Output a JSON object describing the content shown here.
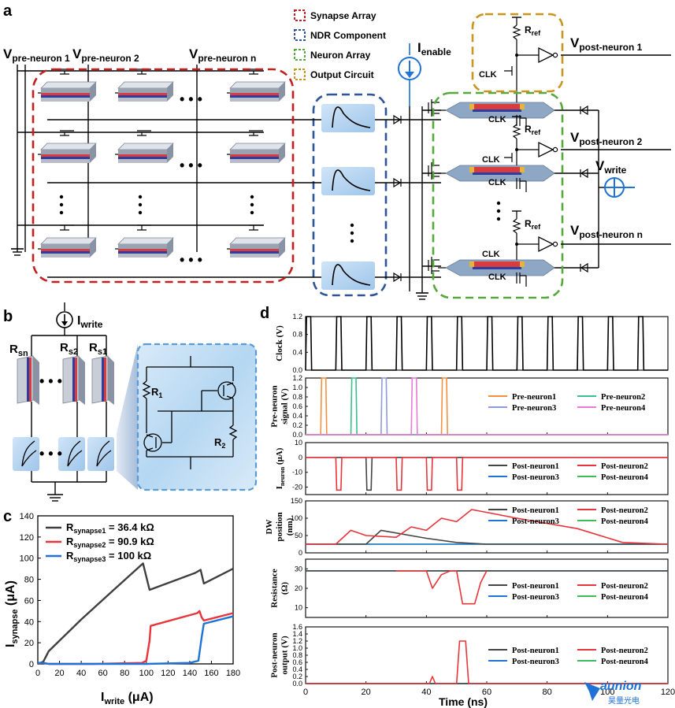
{
  "panels": {
    "a": "a",
    "b": "b",
    "c": "c",
    "d": "d"
  },
  "panel_a": {
    "v_pre": [
      "V",
      "pre-neuron 1",
      "pre-neuron 2",
      "pre-neuron n"
    ],
    "legend": [
      "Synapse Array",
      "NDR Component",
      "Neuron Array",
      "Output Circuit"
    ],
    "i_enable": [
      "I",
      "enable"
    ],
    "v_post": [
      "V",
      "post-neuron 1",
      "post-neuron 2",
      "post-neuron n"
    ],
    "v_write": [
      "V",
      "write"
    ],
    "r_ref": [
      "R",
      "ref"
    ],
    "clk": "CLK",
    "dots": "• • •"
  },
  "panel_b": {
    "i_write": [
      "I",
      "write"
    ],
    "r_labels": [
      [
        "R",
        "sn"
      ],
      [
        "R",
        "s2"
      ],
      [
        "R",
        "s1"
      ]
    ],
    "r1": [
      "R",
      "1"
    ],
    "r2": [
      "R",
      "2"
    ]
  },
  "panel_c": {
    "ylabel": [
      "I",
      "synapse",
      " (μA)"
    ],
    "xlabel": [
      "I",
      "write",
      " (μA)"
    ],
    "legend": [
      {
        "pre": "R",
        "sub": "synapse1",
        "post": " = 36.4 kΩ",
        "color": "#3f3f3f"
      },
      {
        "pre": "R",
        "sub": "synapse2",
        "post": " = 90.9 kΩ",
        "color": "#e8343b"
      },
      {
        "pre": "R",
        "sub": "synapse3",
        "post": " = 100 kΩ",
        "color": "#1f72d6"
      }
    ],
    "yticks": [
      "0",
      "20",
      "40",
      "60",
      "80",
      "100",
      "120",
      "140"
    ],
    "xticks": [
      "0",
      "20",
      "40",
      "60",
      "80",
      "100",
      "120",
      "140",
      "160",
      "180"
    ]
  },
  "panel_d": {
    "xlabel": "Time (ns)",
    "xticks": [
      "0",
      "20",
      "40",
      "60",
      "80",
      "100",
      "120"
    ],
    "clock": {
      "label": "Clock (V)",
      "yticks": [
        "0.0",
        "0.4",
        "0.8",
        "1.2"
      ]
    },
    "pre": {
      "label1": "Pre-neuron",
      "label2": "signal (V)",
      "yticks": [
        "0.0",
        "0.2",
        "0.4",
        "0.6",
        "0.8",
        "1.0",
        "1.2"
      ],
      "legend": [
        {
          "name": "Pre-neuron1",
          "color": "#f5913e"
        },
        {
          "name": "Pre-neuron2",
          "color": "#3cbf8a"
        },
        {
          "name": "Pre-neuron3",
          "color": "#8f9bd6"
        },
        {
          "name": "Pre-neuron4",
          "color": "#e87bd3"
        }
      ]
    },
    "ineuron": {
      "label_pre": "I",
      "label_sub": "neuron",
      "label_post": " (μA)",
      "yticks": [
        "-20",
        "-10",
        "0",
        "10"
      ]
    },
    "dw": {
      "label1": "DW",
      "label2": "position",
      "label3": "(nm)",
      "yticks": [
        "0",
        "50",
        "100",
        "150"
      ]
    },
    "res": {
      "label1": "Resistance",
      "label2": "(Ω)",
      "yticks": [
        "10",
        "20",
        "30"
      ]
    },
    "out": {
      "label1": "Post-neuron",
      "label2": "output (V)",
      "yticks": [
        "0.0",
        "0.2",
        "0.4",
        "0.6",
        "0.8",
        "1.0",
        "1.2",
        "1.4",
        "1.6"
      ]
    },
    "post_legend": [
      {
        "name": "Post-neuron1",
        "color": "#454545"
      },
      {
        "name": "Post-neuron2",
        "color": "#e8343b"
      },
      {
        "name": "Post-neuron3",
        "color": "#1f72d6"
      },
      {
        "name": "Post-neuron4",
        "color": "#3cbf5a"
      }
    ]
  },
  "watermark": {
    "brand": "aunion",
    "sub": "昊量光电"
  },
  "chart_data": [
    {
      "type": "line",
      "title": "",
      "xlabel": "I_write (μA)",
      "ylabel": "I_synapse (μA)",
      "xlim": [
        0,
        180
      ],
      "ylim": [
        0,
        140
      ],
      "series": [
        {
          "name": "R_synapse1 = 36.4 kΩ",
          "x": [
            0,
            5,
            10,
            40,
            70,
            97,
            103,
            145,
            150,
            153,
            180
          ],
          "y": [
            0,
            2,
            12,
            42,
            70,
            95,
            70,
            86,
            89,
            76,
            90
          ]
        },
        {
          "name": "R_synapse2 = 90.9 kΩ",
          "x": [
            0,
            5,
            10,
            50,
            96,
            100,
            103,
            104,
            147,
            149,
            151,
            153,
            180
          ],
          "y": [
            1,
            1,
            0,
            0,
            1,
            3,
            22,
            36,
            48,
            50,
            44,
            41,
            48
          ]
        },
        {
          "name": "R_synapse3 = 100 kΩ",
          "x": [
            0,
            5,
            10,
            50,
            100,
            140,
            148,
            151,
            153,
            180
          ],
          "y": [
            1,
            1,
            0,
            0,
            0,
            1,
            3,
            25,
            38,
            45
          ]
        }
      ]
    },
    {
      "type": "line",
      "title": "",
      "ylabel": "Clock (V)",
      "xlim": [
        0,
        120
      ],
      "ylim": [
        0,
        1.2
      ],
      "series": [
        {
          "name": "",
          "pulses": [
            [
              0,
              2
            ],
            [
              10,
              12
            ],
            [
              20,
              22
            ],
            [
              30,
              32
            ],
            [
              40,
              42
            ],
            [
              50,
              52
            ],
            [
              60,
              62
            ],
            [
              70,
              72
            ],
            [
              80,
              82
            ],
            [
              90,
              92
            ],
            [
              100,
              102
            ],
            [
              110,
              112
            ]
          ],
          "high": 1.2
        }
      ]
    },
    {
      "type": "line",
      "title": "",
      "ylabel": "Pre-neuron signal (V)",
      "xlim": [
        0,
        120
      ],
      "ylim": [
        0,
        1.2
      ],
      "series": [
        {
          "name": "Pre-neuron1",
          "pulses": [
            [
              5,
              7
            ],
            [
              45,
              47
            ]
          ],
          "high": 1.2
        },
        {
          "name": "Pre-neuron2",
          "pulses": [
            [
              15,
              17
            ]
          ],
          "high": 1.2
        },
        {
          "name": "Pre-neuron3",
          "pulses": [
            [
              25,
              27
            ]
          ],
          "high": 1.2
        },
        {
          "name": "Pre-neuron4",
          "pulses": [
            [
              35,
              37
            ]
          ],
          "high": 1.2
        }
      ]
    },
    {
      "type": "line",
      "title": "",
      "ylabel": "I_neuron (μA)",
      "xlim": [
        0,
        120
      ],
      "ylim": [
        -25,
        10
      ],
      "series": [
        {
          "name": "Post-neuron1",
          "pulses": [
            [
              20,
              22
            ]
          ],
          "high": -22
        },
        {
          "name": "Post-neuron2",
          "pulses": [
            [
              10,
              12
            ],
            [
              30,
              32
            ],
            [
              40,
              42
            ],
            [
              50,
              52
            ]
          ],
          "high": -22
        },
        {
          "name": "Post-neuron3",
          "pulses": [],
          "high": 0
        },
        {
          "name": "Post-neuron4",
          "pulses": [],
          "high": 0
        }
      ]
    },
    {
      "type": "line",
      "title": "",
      "ylabel": "DW position (nm)",
      "xlim": [
        0,
        120
      ],
      "ylim": [
        0,
        150
      ],
      "series": [
        {
          "name": "Post-neuron1",
          "x": [
            0,
            20,
            25,
            40,
            50,
            60,
            120
          ],
          "y": [
            25,
            25,
            65,
            42,
            30,
            25,
            25
          ]
        },
        {
          "name": "Post-neuron2",
          "x": [
            0,
            10,
            15,
            20,
            30,
            35,
            40,
            45,
            50,
            55,
            70,
            90,
            105,
            120
          ],
          "y": [
            25,
            25,
            65,
            50,
            45,
            75,
            65,
            100,
            90,
            125,
            100,
            70,
            30,
            25
          ]
        },
        {
          "name": "Post-neuron3",
          "x": [
            0,
            120
          ],
          "y": [
            25,
            25
          ]
        },
        {
          "name": "Post-neuron4",
          "x": [
            0,
            120
          ],
          "y": [
            25,
            25
          ]
        }
      ]
    },
    {
      "type": "line",
      "title": "",
      "ylabel": "Resistance (Ω)",
      "xlim": [
        0,
        120
      ],
      "ylim": [
        5,
        35
      ],
      "series": [
        {
          "name": "Post-neuron1",
          "x": [
            0,
            120
          ],
          "y": [
            29,
            29
          ]
        },
        {
          "name": "Post-neuron2",
          "x": [
            30,
            40,
            42,
            45,
            48,
            50,
            52,
            56,
            58,
            60
          ],
          "y": [
            29,
            29,
            20,
            27,
            29,
            29,
            12,
            12,
            23,
            29
          ]
        },
        {
          "name": "Post-neuron3",
          "x": [
            0,
            120
          ],
          "y": [
            29,
            29
          ]
        },
        {
          "name": "Post-neuron4",
          "x": [
            0,
            120
          ],
          "y": [
            29,
            29
          ]
        }
      ]
    },
    {
      "type": "line",
      "title": "",
      "ylabel": "Post-neuron output (V)",
      "xlim": [
        0,
        120
      ],
      "ylim": [
        0,
        1.6
      ],
      "series": [
        {
          "name": "Post-neuron1",
          "x": [
            0,
            120
          ],
          "y": [
            0,
            0
          ]
        },
        {
          "name": "Post-neuron2",
          "x": [
            0,
            41,
            42,
            43,
            50,
            51,
            53,
            54,
            120
          ],
          "y": [
            0,
            0,
            0.2,
            0,
            0,
            1.2,
            1.2,
            0,
            0
          ]
        },
        {
          "name": "Post-neuron3",
          "x": [
            0,
            120
          ],
          "y": [
            0,
            0
          ]
        },
        {
          "name": "Post-neuron4",
          "x": [
            0,
            120
          ],
          "y": [
            0,
            0
          ]
        }
      ]
    }
  ]
}
